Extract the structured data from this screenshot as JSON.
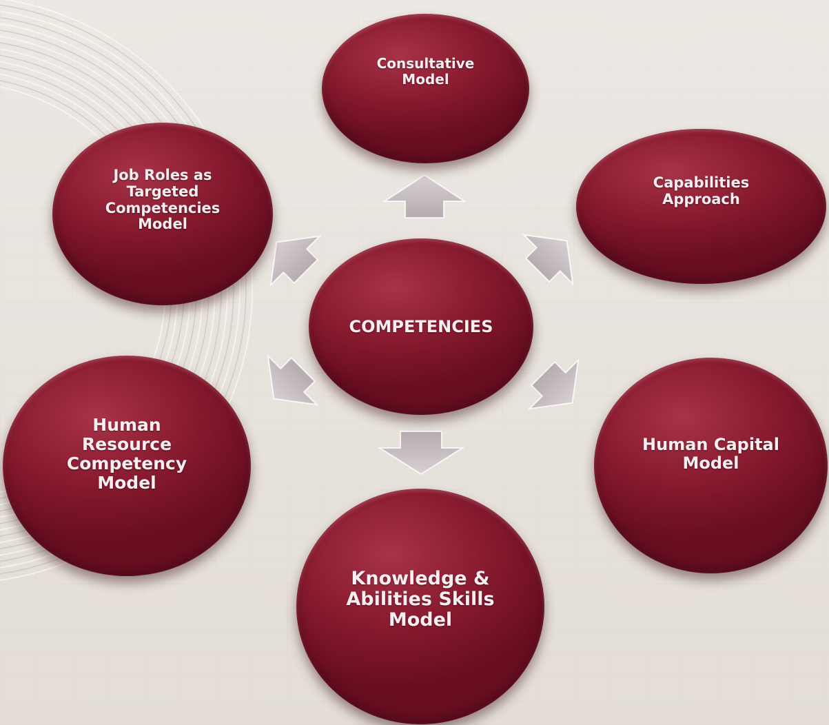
{
  "diagram": {
    "center": {
      "label": "COMPETENCIES"
    },
    "nodes": [
      {
        "id": "consultative",
        "label": "Consultative\nModel"
      },
      {
        "id": "capabilities",
        "label": "Capabilities\nApproach"
      },
      {
        "id": "human-capital",
        "label": "Human Capital\nModel"
      },
      {
        "id": "knowledge",
        "label": "Knowledge &\nAbilities Skills\nModel"
      },
      {
        "id": "human-resource",
        "label": "Human\nResource\nCompetency\nModel"
      },
      {
        "id": "job-roles",
        "label": "Job Roles as\nTargeted\nCompetencies\nModel"
      }
    ]
  },
  "colors": {
    "node_fill": "#8e1e33",
    "node_text": "#f6eef0",
    "arrow_fill": "#c8bfc2",
    "background": "#e9e4de"
  }
}
